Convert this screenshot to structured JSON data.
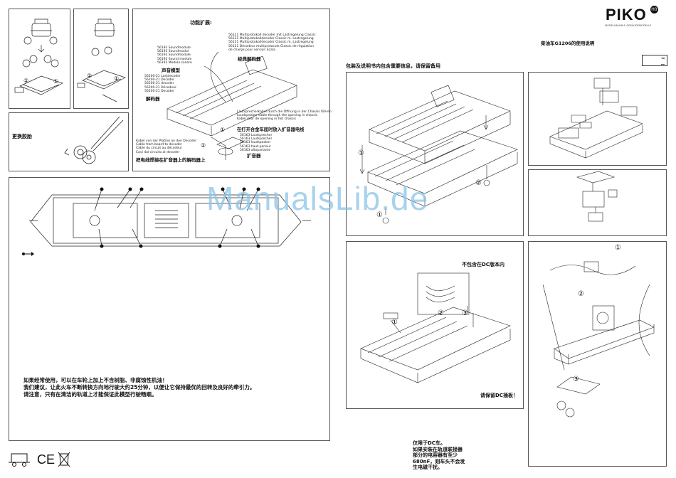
{
  "brand": {
    "logo": "PIKO",
    "logo_badge": "H0",
    "tagline": "MODELLBAHN & GEBÄUDEMODELLE"
  },
  "header": {
    "title": "柴油车G1206的使用说明",
    "notice": "包装及说明书内包含重要信息，请保留备用"
  },
  "functions": {
    "title": "功能扩展:",
    "sound_parts": [
      "56192 Soundmodule",
      "56193 Soundmodul",
      "56192 Soundmodule",
      "56192 Sound module",
      "56192 Modulo sonoro"
    ],
    "sound_label": "声音模型",
    "decoder_parts": [
      "56200-21 Lastdecoder",
      "56200-21 Decoder",
      "56200-21 decoder",
      "56200-21 Décodeur",
      "56200-21 Decoder"
    ],
    "decoder_label": "解码器",
    "classic_parts": [
      "56121 Multiprotokoll decoder mit Lastregelung Classic",
      "56121 Multiprotokolldecoder Classic m. Lastregelung",
      "56121 Multiprotokolldecoder Classic m. Lastregelung",
      "56121 Décodeur multiprotocole Classic de régulation",
      "de charge pour version Scala"
    ],
    "classic_label": "经典解码器",
    "speaker_parts": [
      "56163 Lautsprecher",
      "56163 Lautsprecher",
      "56163 loudspeaker",
      "56163 haut-parleur",
      "56163 altoparlante"
    ],
    "speaker_label": "扩音器",
    "install_chassis_text": [
      "Lautsprecherkabel durch die Öffnung in der Chassis führen",
      "Loudspeaker cable through the opening in chassis",
      "Kabel door de opening in het chassis"
    ],
    "install_chassis_label": "在打开合金车底时放入扩音器电线",
    "solder_text": [
      "Kabel von der Platine an den Decoder",
      "Cable from board to decoder",
      "Câble du circuit au décodeur",
      "Cavi dal circuito al decoder"
    ],
    "solder_label": "把电线焊接在扩音器上的解码器上"
  },
  "traction": {
    "title": "更换胶胎"
  },
  "lubrication": {
    "lines": [
      "如果经常使用，可以在车轮上加上不含树脂、非腐蚀性机油！",
      "我们建议，让此火车不断转换方向地行驶大约25分钟，以便让它保持最优的回转及良好的牵引力。",
      "请注意，只有在清洁的轨道上才能保证此模型行驶畅顺。"
    ],
    "direction_icon": "arrow-right-icon"
  },
  "body_removal": {
    "steps": [
      "①",
      "①",
      "②"
    ]
  },
  "dc": {
    "not_in_dc": "不包含在DC版本内",
    "keep_plug": "请保留DC插板！",
    "steps": [
      "①",
      "②",
      "③"
    ]
  },
  "dc_only": {
    "lines": [
      "仅限于DC车。",
      "如果安装在轨道联接器",
      "部分的电容器有至少",
      "680nF，则车头不会发",
      "生电磁干扰。"
    ]
  },
  "current": {
    "dc_symbol": "═",
    "ac_symbol": "∼"
  },
  "steps": {
    "s1": "①",
    "s2": "②",
    "s3": "③"
  },
  "icons": {
    "locomotive": "locomotive-icon",
    "ce": "CE",
    "weee": "weee-bin-icon"
  },
  "watermark": "ManualsLib.de"
}
